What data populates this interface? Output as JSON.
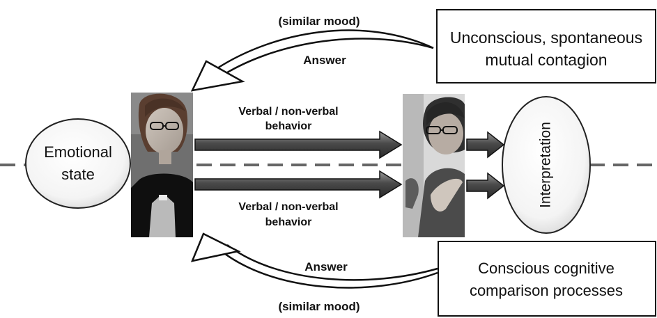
{
  "top_arc": {
    "mood_label": "(similar mood)",
    "answer_label": "Answer"
  },
  "bottom_arc": {
    "mood_label": "(similar mood)",
    "answer_label": "Answer"
  },
  "box_unconscious": {
    "line1": "Unconscious, spontaneous",
    "line2": "mutual contagion"
  },
  "box_conscious": {
    "line1": "Conscious cognitive",
    "line2": "comparison processes"
  },
  "emotional_state": {
    "line1": "Emotional",
    "line2": "state"
  },
  "interpretation": {
    "label": "Interpretation"
  },
  "upper_arrow": {
    "line1": "Verbal / non-verbal",
    "line2": "behavior"
  },
  "lower_arrow": {
    "line1": "Verbal / non-verbal",
    "line2": "behavior"
  }
}
